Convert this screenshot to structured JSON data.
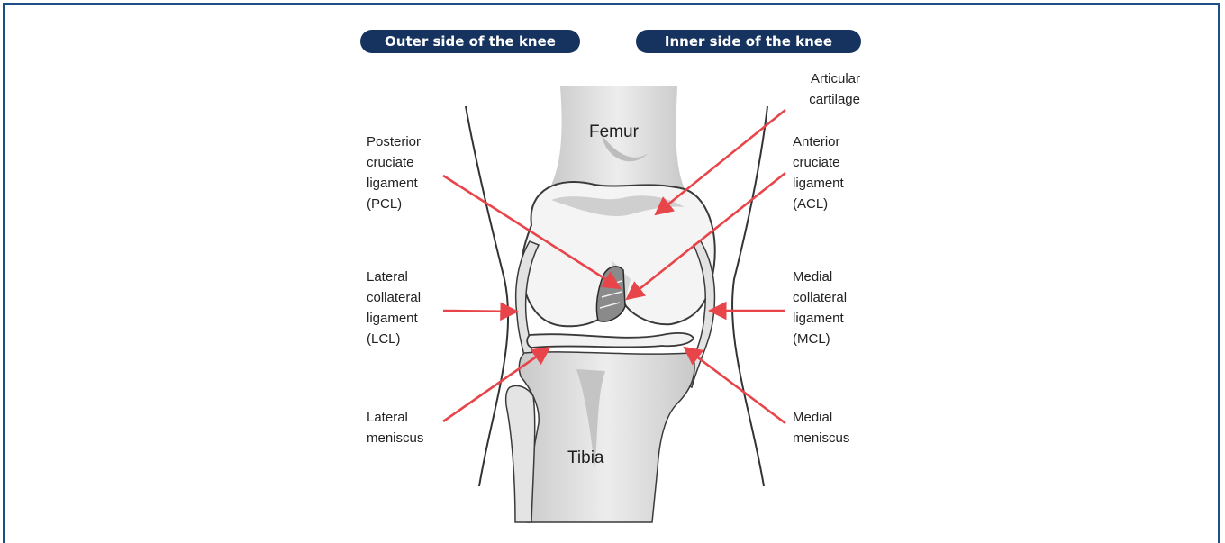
{
  "headers": {
    "outer": "Outer side of the knee",
    "inner": "Inner side of the knee"
  },
  "bones": {
    "femur": "Femur",
    "tibia": "Tibia"
  },
  "labels": {
    "articular_cartilage": "Articular\ncartilage",
    "pcl": "Posterior\ncruciate\nligament\n(PCL)",
    "acl": "Anterior\ncruciate\nligament\n(ACL)",
    "lcl": "Lateral\ncollateral\nligament\n(LCL)",
    "mcl": "Medial\ncollateral\nligament\n(MCL)",
    "lateral_meniscus": "Lateral\nmeniscus",
    "medial_meniscus": "Medial\nmeniscus"
  },
  "colors": {
    "frame_border": "#1f4e86",
    "header_pill": "#16335f",
    "arrow": "#e8454a"
  }
}
